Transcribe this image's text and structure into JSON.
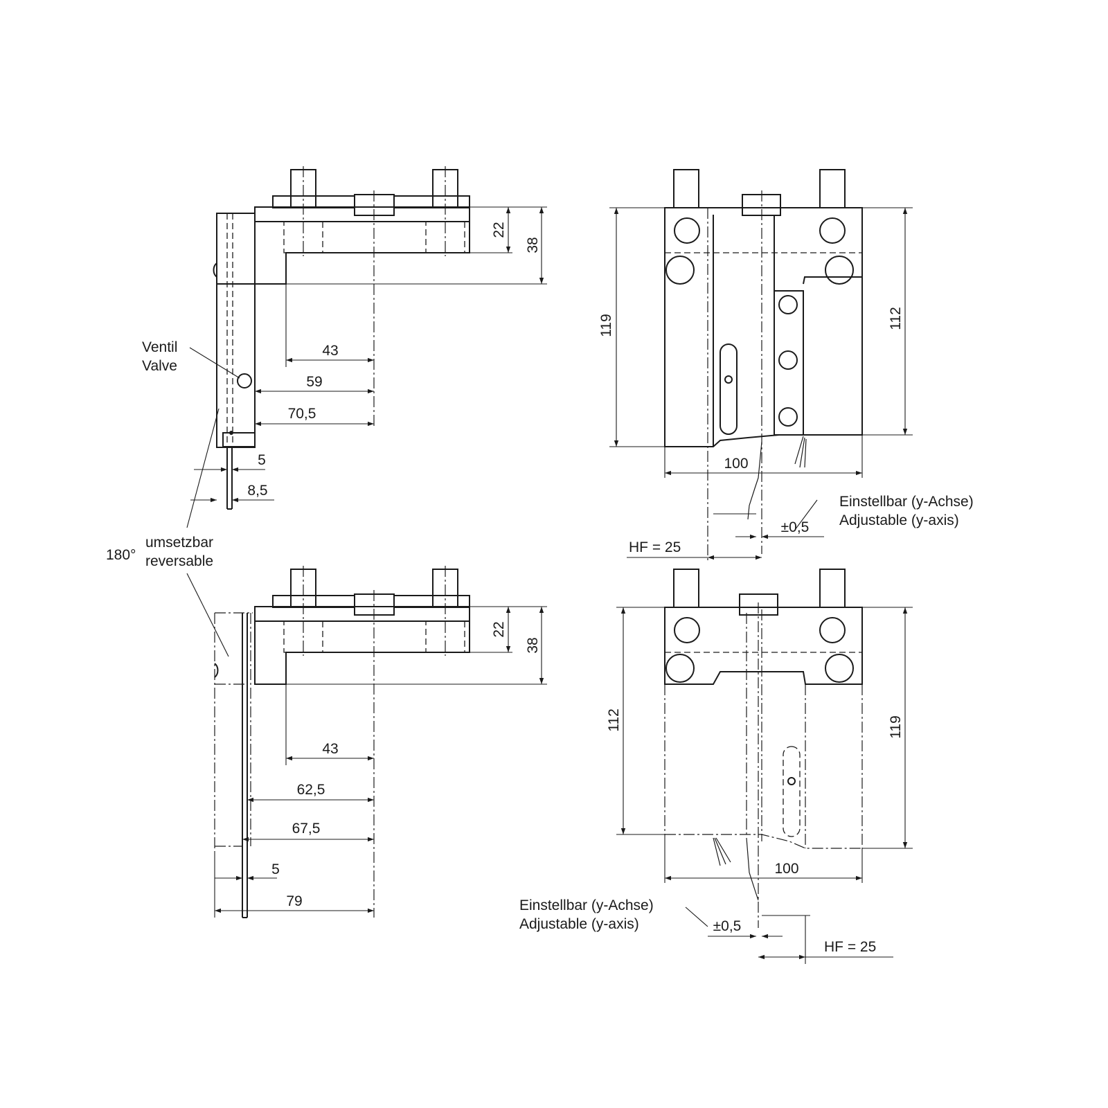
{
  "colors": {
    "line": "#1a1a1a",
    "background": "#ffffff"
  },
  "labels": {
    "valve_de": "Ventil",
    "valve_en": "Valve",
    "rotate_angle": "180°",
    "reversible_de": "umsetzbar",
    "reversible_en": "reversable",
    "adjustable_de": "Einstellbar (y-Achse)",
    "adjustable_en": "Adjustable (y-axis)"
  },
  "views": {
    "top_left": {
      "dims": {
        "h_small": "22",
        "h_large": "38",
        "d1": "43",
        "d2": "59",
        "d3": "70,5",
        "d4": "5",
        "d5": "8,5"
      }
    },
    "top_right": {
      "dims": {
        "height_left": "119",
        "height_right": "112",
        "width": "100",
        "tolerance": "±0,5",
        "hf": "HF = 25"
      }
    },
    "bottom_left": {
      "dims": {
        "h_small": "22",
        "h_large": "38",
        "d1": "43",
        "d2": "62,5",
        "d3": "67,5",
        "d4": "5",
        "d5": "79"
      }
    },
    "bottom_right": {
      "dims": {
        "height_left": "112",
        "height_right": "119",
        "width": "100",
        "tolerance": "±0,5",
        "hf": "HF = 25"
      }
    }
  }
}
